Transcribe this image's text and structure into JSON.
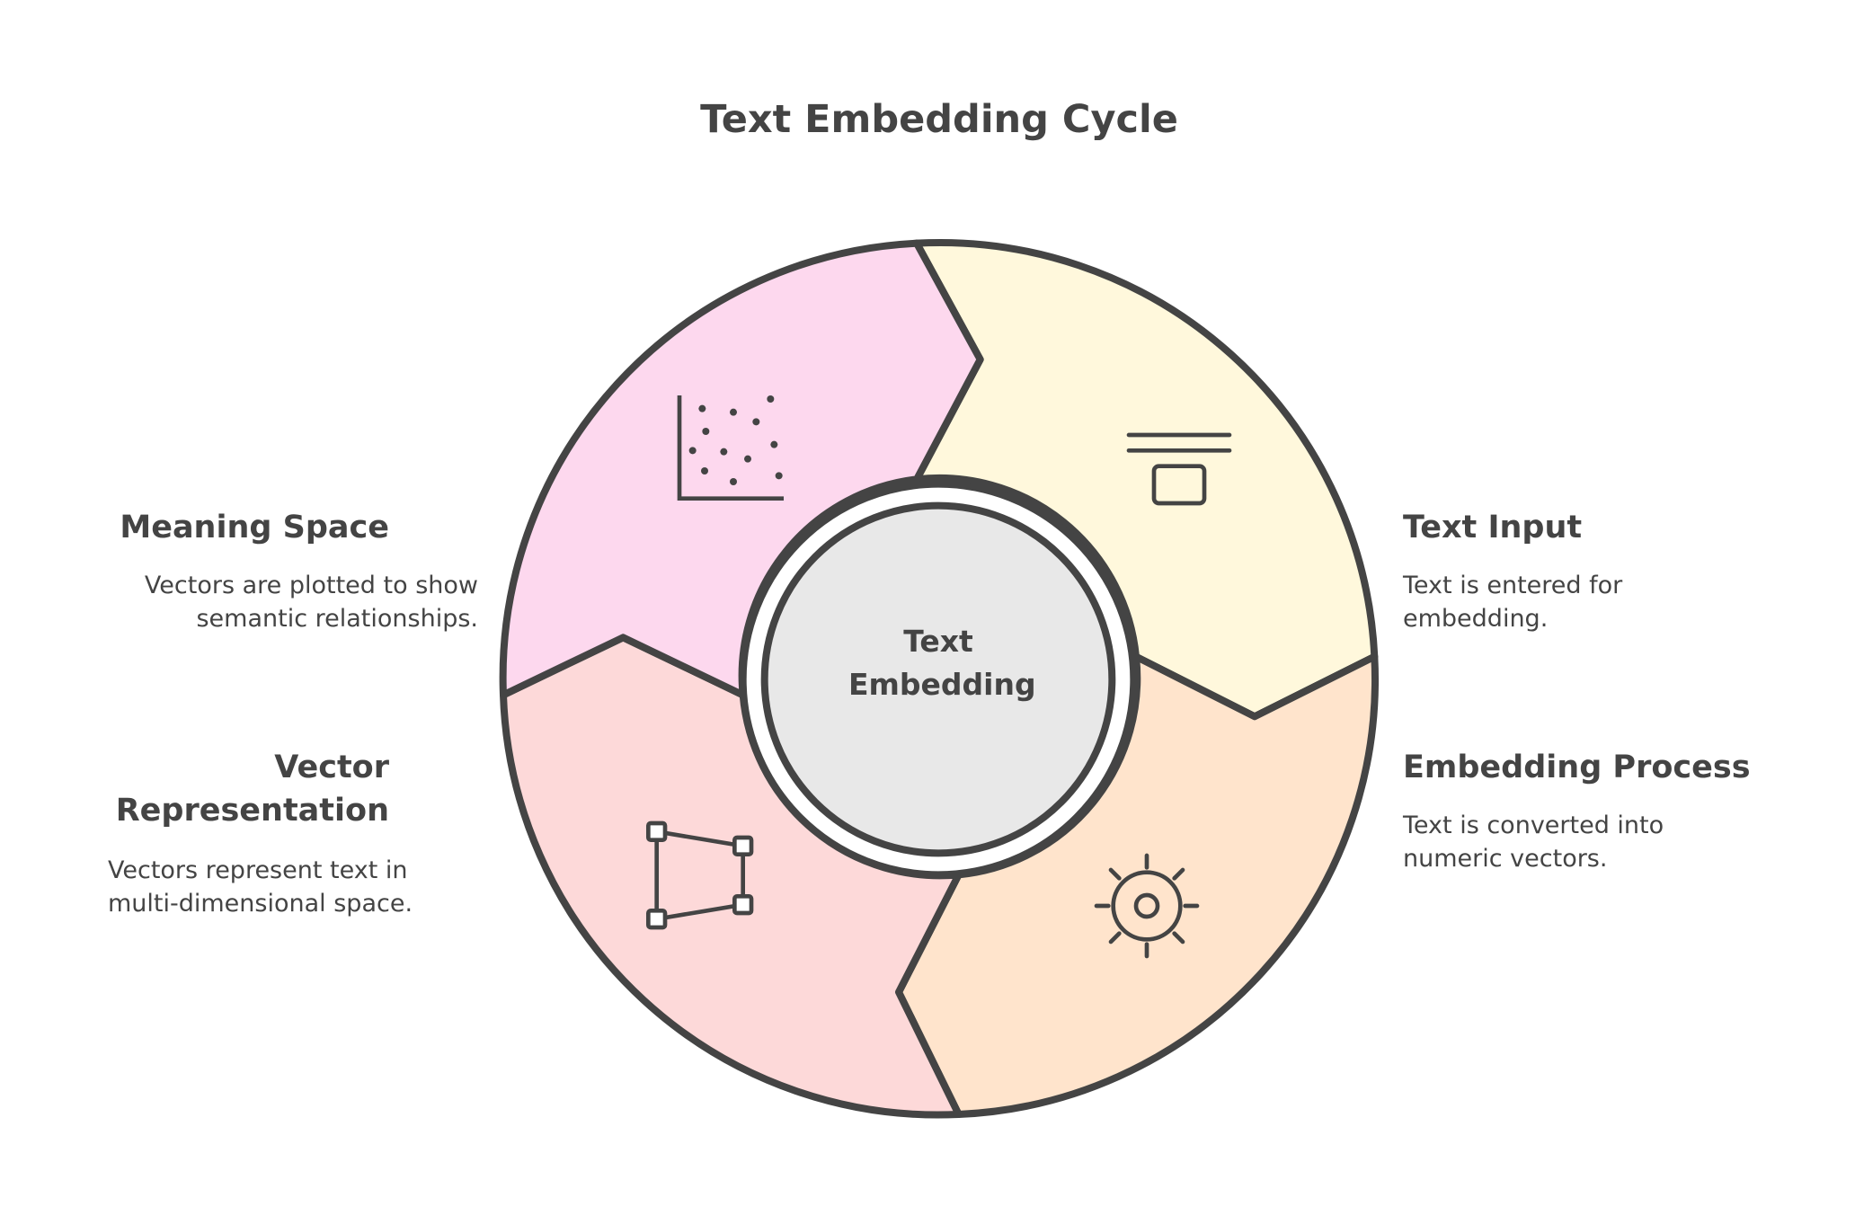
{
  "title": "Text Embedding Cycle",
  "center_label": "Text Embedding",
  "stages": [
    {
      "title": "Text Input",
      "description": "Text is entered for embedding.",
      "icon": "text-input-icon",
      "color": "#fff8dc"
    },
    {
      "title": "Embedding Process",
      "description": "Text is converted into numeric vectors.",
      "icon": "gear-icon",
      "color": "#ffe4cc"
    },
    {
      "title": "Vector Representation",
      "description": "Vectors represent text in multi-dimensional space.",
      "icon": "vector-shape-icon",
      "color": "#fdd9d9"
    },
    {
      "title": "Meaning Space",
      "description": "Vectors are plotted to show semantic relationships.",
      "icon": "scatter-plot-icon",
      "color": "#fdd8ee"
    }
  ],
  "center_color": "#e8e8e8",
  "stroke_color": "#444444"
}
